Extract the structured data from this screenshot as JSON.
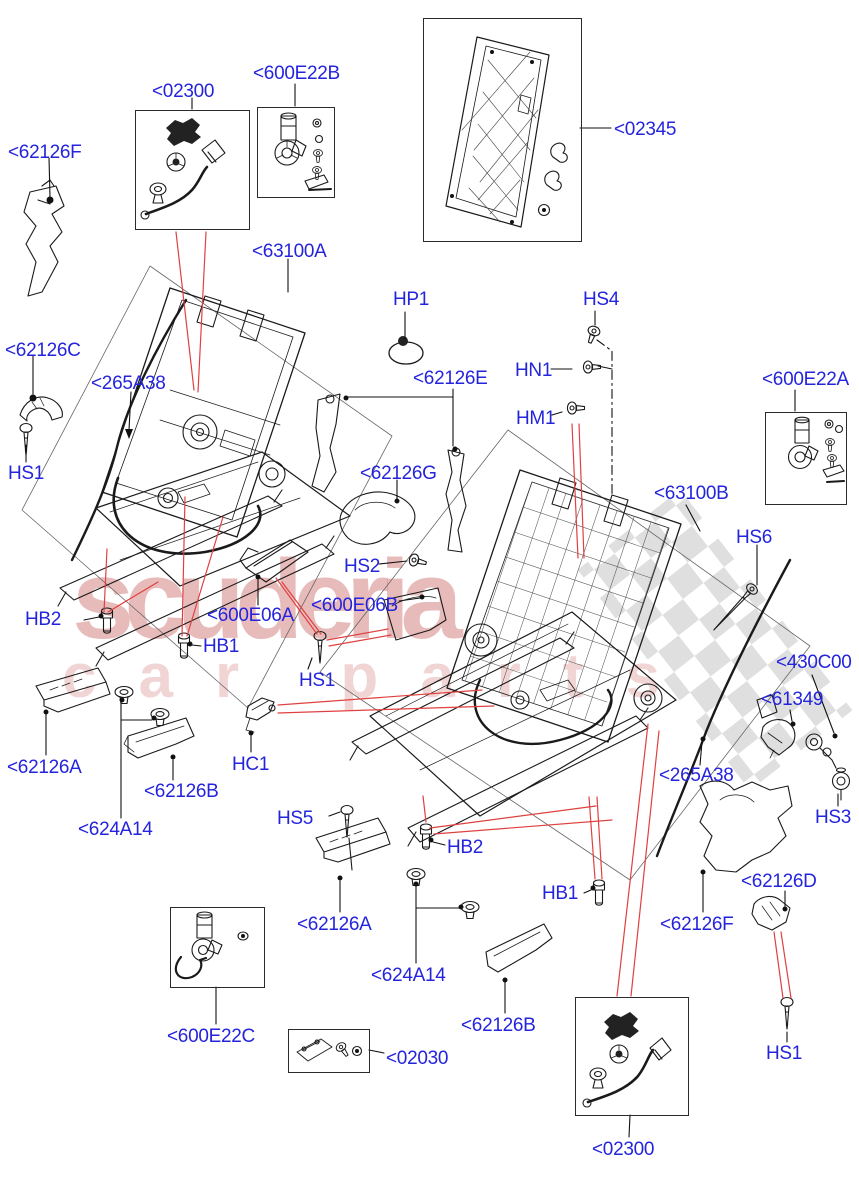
{
  "watermark": {
    "line1": "scuderia",
    "line2": "car parts"
  },
  "colors": {
    "label_blue": "#2424dd",
    "leader_red": "#e04040",
    "line_dark": "#1a1a1a",
    "watermark_red": "#b92d2d",
    "checker_gray": "#d9d9d9"
  },
  "labels": {
    "p62126f_tl": "<62126F",
    "p02300_top": "<02300",
    "p600e22b": "<600E22B",
    "p02345": "<02345",
    "p63100a": "<63100A",
    "p62126c": "<62126C",
    "p265a38_left": "<265A38",
    "hs1_left": "HS1",
    "hp1": "HP1",
    "hs4": "HS4",
    "hn1": "HN1",
    "hm1": "HM1",
    "p62126e": "<62126E",
    "p600e22a": "<600E22A",
    "p63100b": "<63100B",
    "hs6": "HS6",
    "p62126g": "<62126G",
    "hs2": "HS2",
    "p600e06a": "<600E06A",
    "p600e06b": "<600E06B",
    "hb2_left": "HB2",
    "hb1_left": "HB1",
    "hs1_center": "HS1",
    "p62126a_left": "<62126A",
    "p62126b_left": "<62126B",
    "p624a14_left": "<624A14",
    "hc1": "HC1",
    "hs5": "HS5",
    "hb2_center": "HB2",
    "hb1_right": "HB1",
    "p430c00": "<430C00",
    "p61349": "<61349",
    "p265a38_right": "<265A38",
    "hs3": "HS3",
    "p62126d": "<62126D",
    "p62126f_right": "<62126F",
    "p62126a_center": "<62126A",
    "p624a14_center": "<624A14",
    "p62126b_center": "<62126B",
    "p600e22c": "<600E22C",
    "p02030": "<02030",
    "p02300_bottom": "<02300",
    "hs1_bottom": "HS1"
  }
}
